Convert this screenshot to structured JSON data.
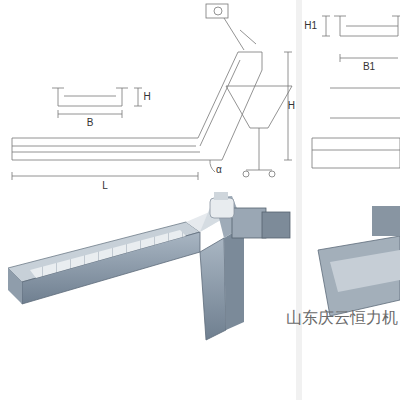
{
  "diagram": {
    "labels": [
      "B",
      "H",
      "L",
      "H",
      "α",
      "B1",
      "H1",
      "山东庆云恒力机"
    ]
  }
}
